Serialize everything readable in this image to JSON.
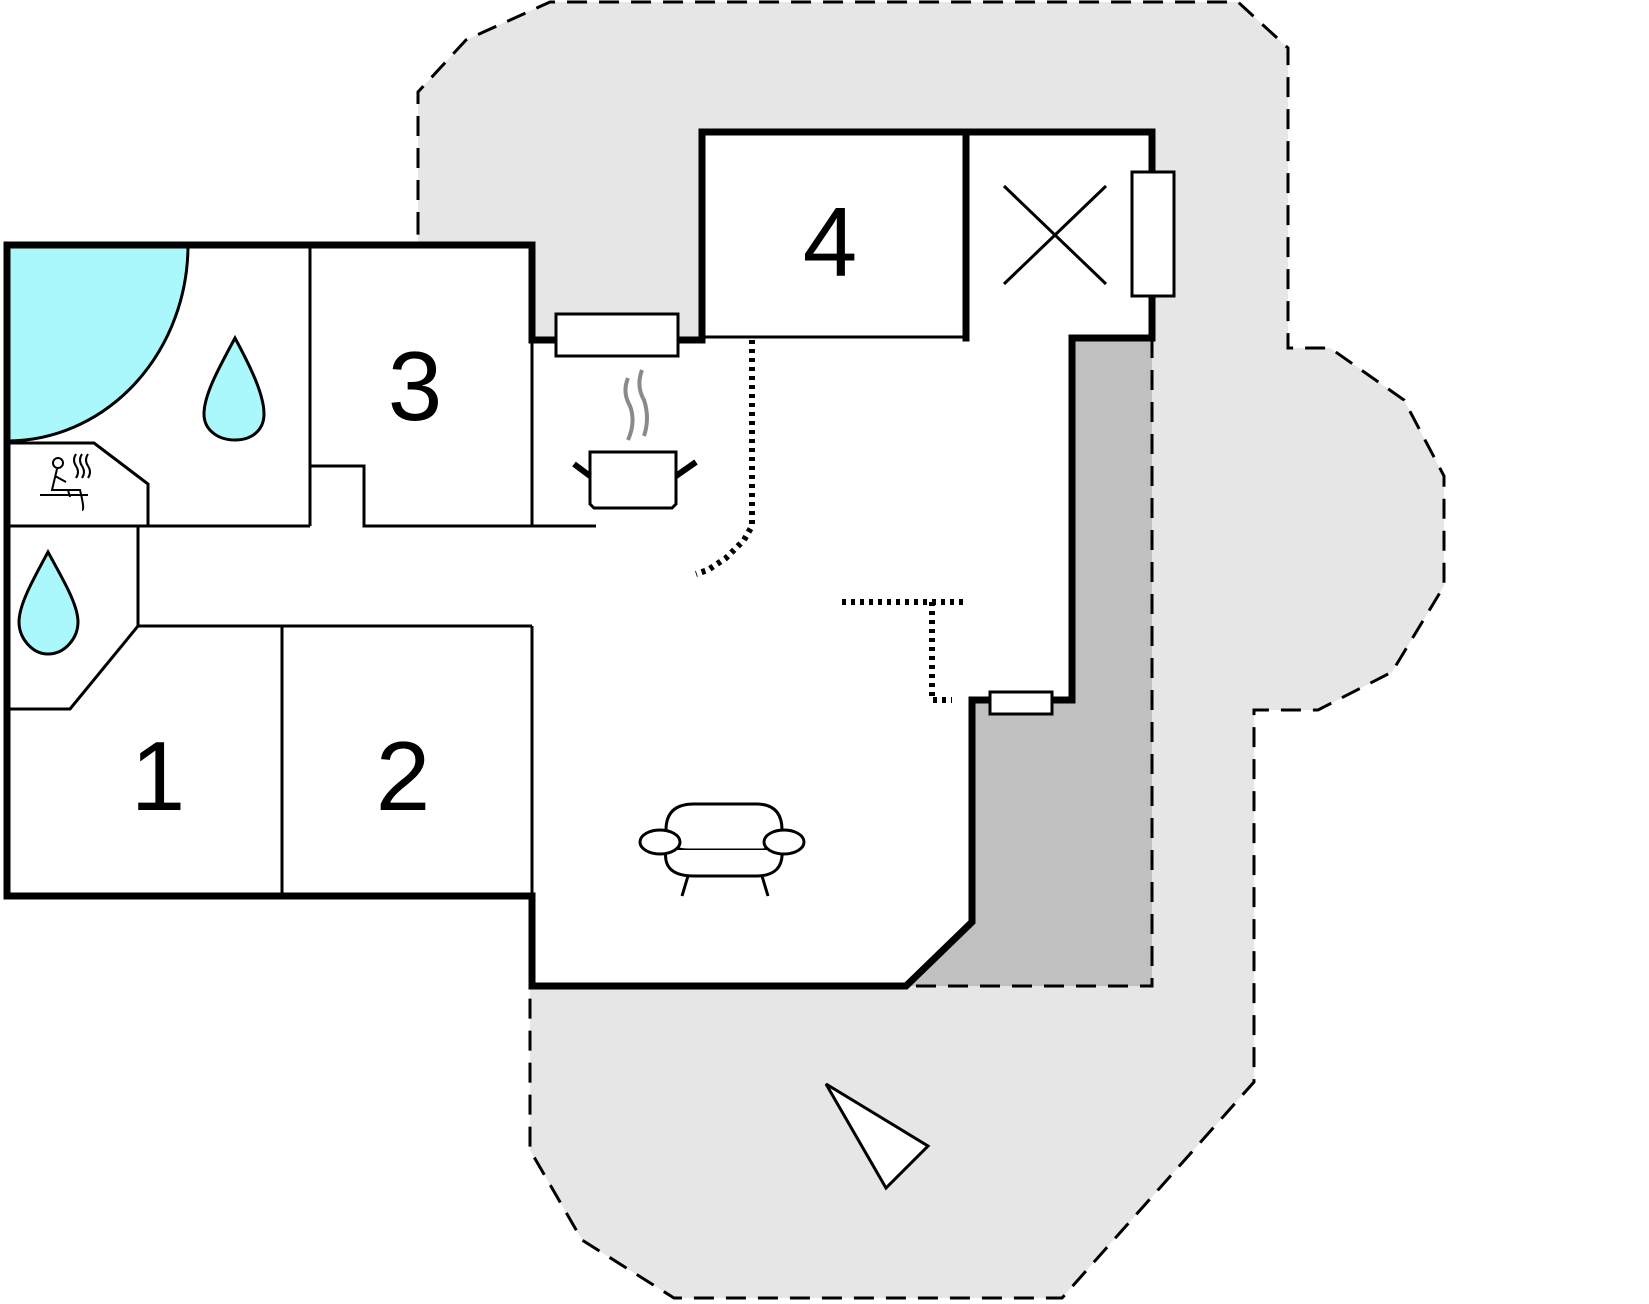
{
  "floorplan": {
    "rooms": [
      {
        "id": "bedroom-1",
        "label": "1"
      },
      {
        "id": "bedroom-2",
        "label": "2"
      },
      {
        "id": "bedroom-3",
        "label": "3"
      },
      {
        "id": "bedroom-4",
        "label": "4"
      }
    ],
    "icons": [
      "shower-icon",
      "sauna-icon",
      "kitchen-pot-icon",
      "sofa-icon",
      "hearth-icon",
      "compass-icon"
    ],
    "colors": {
      "terrace": "#e6e6e6",
      "covered_terrace": "#c0c0c0",
      "spa": "#aaf8fb",
      "wall": "#000000",
      "steam": "#8a8a8a"
    }
  }
}
